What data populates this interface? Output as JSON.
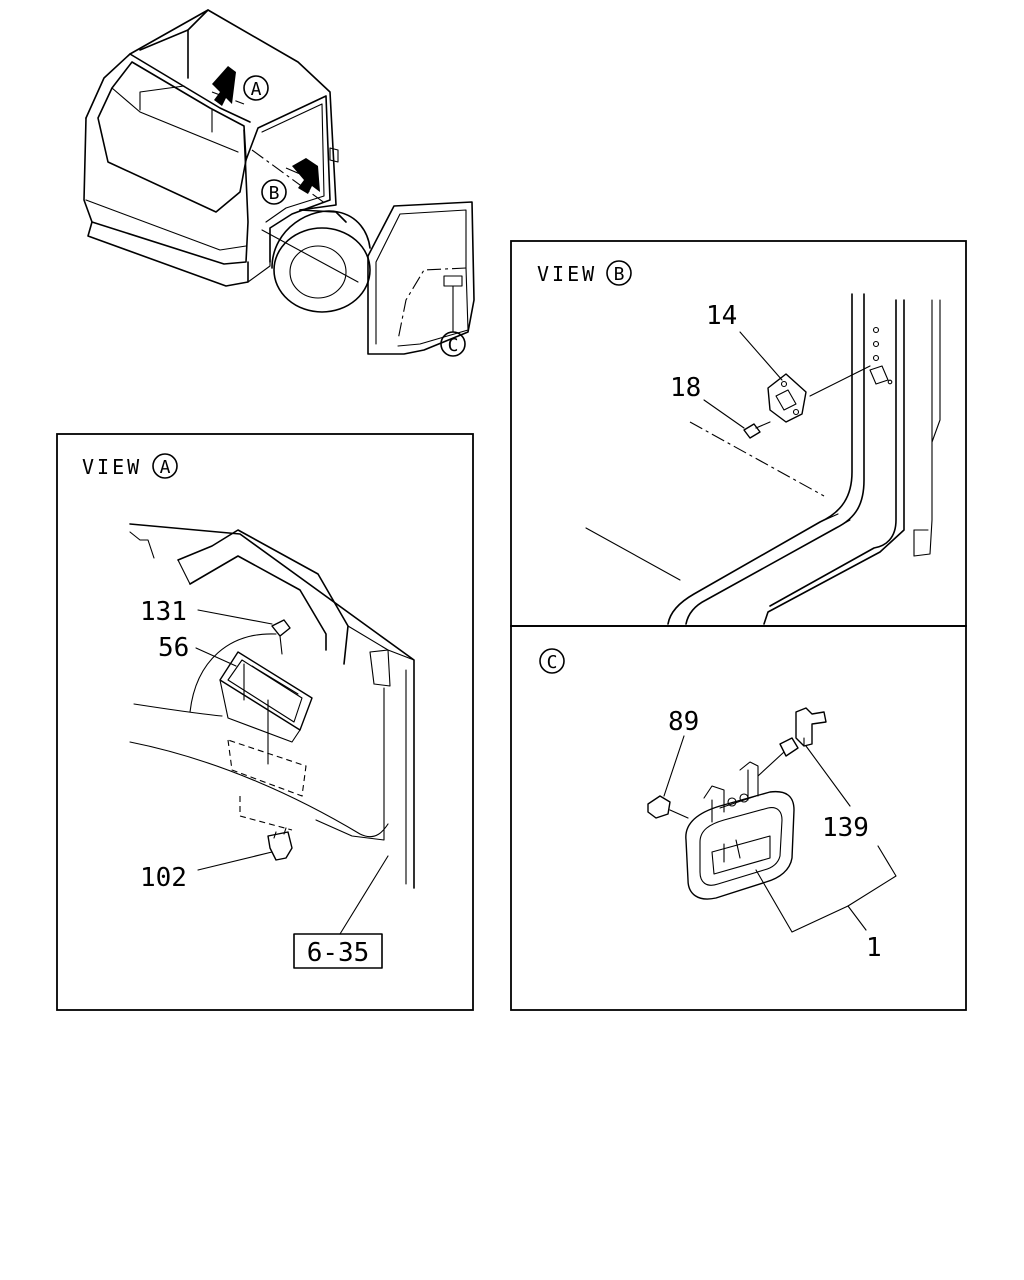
{
  "overview": {
    "marker_a": "A",
    "marker_b": "B",
    "marker_c": "C"
  },
  "view_a": {
    "title_word": "VIEW",
    "title_letter": "A",
    "callouts": [
      "131",
      "56",
      "102"
    ],
    "ref_box": "6-35"
  },
  "view_b": {
    "title_word": "VIEW",
    "title_letter": "B",
    "callouts": [
      "14",
      "18"
    ]
  },
  "view_c": {
    "title_letter": "C",
    "callouts": [
      "89",
      "139",
      "1"
    ]
  }
}
